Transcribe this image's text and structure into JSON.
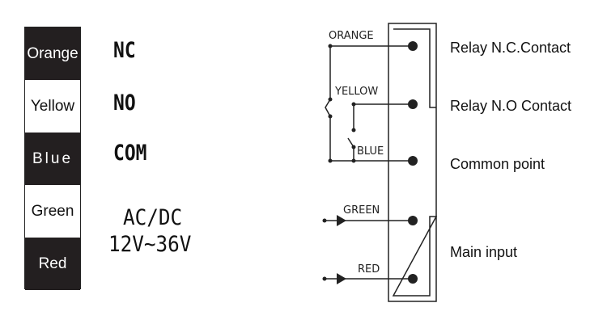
{
  "legend": {
    "cells": [
      {
        "label": "Orange",
        "style": "dark"
      },
      {
        "label": "Yellow",
        "style": "light"
      },
      {
        "label": "Blue",
        "style": "dark"
      },
      {
        "label": "Green",
        "style": "light"
      },
      {
        "label": "Red",
        "style": "dark"
      }
    ],
    "functions": [
      "NC",
      "NO",
      "COM"
    ],
    "voltage_line1": "AC/DC",
    "voltage_line2": "12V~36V"
  },
  "schematic": {
    "wire_labels": {
      "orange": "ORANGE",
      "yellow": "YELLOW",
      "blue": "BLUE",
      "green": "GREEN",
      "red": "RED"
    },
    "descriptions": {
      "nc": "Relay N.C.Contact",
      "no": "Relay N.O Contact",
      "common": "Common point",
      "main": "Main input"
    }
  }
}
